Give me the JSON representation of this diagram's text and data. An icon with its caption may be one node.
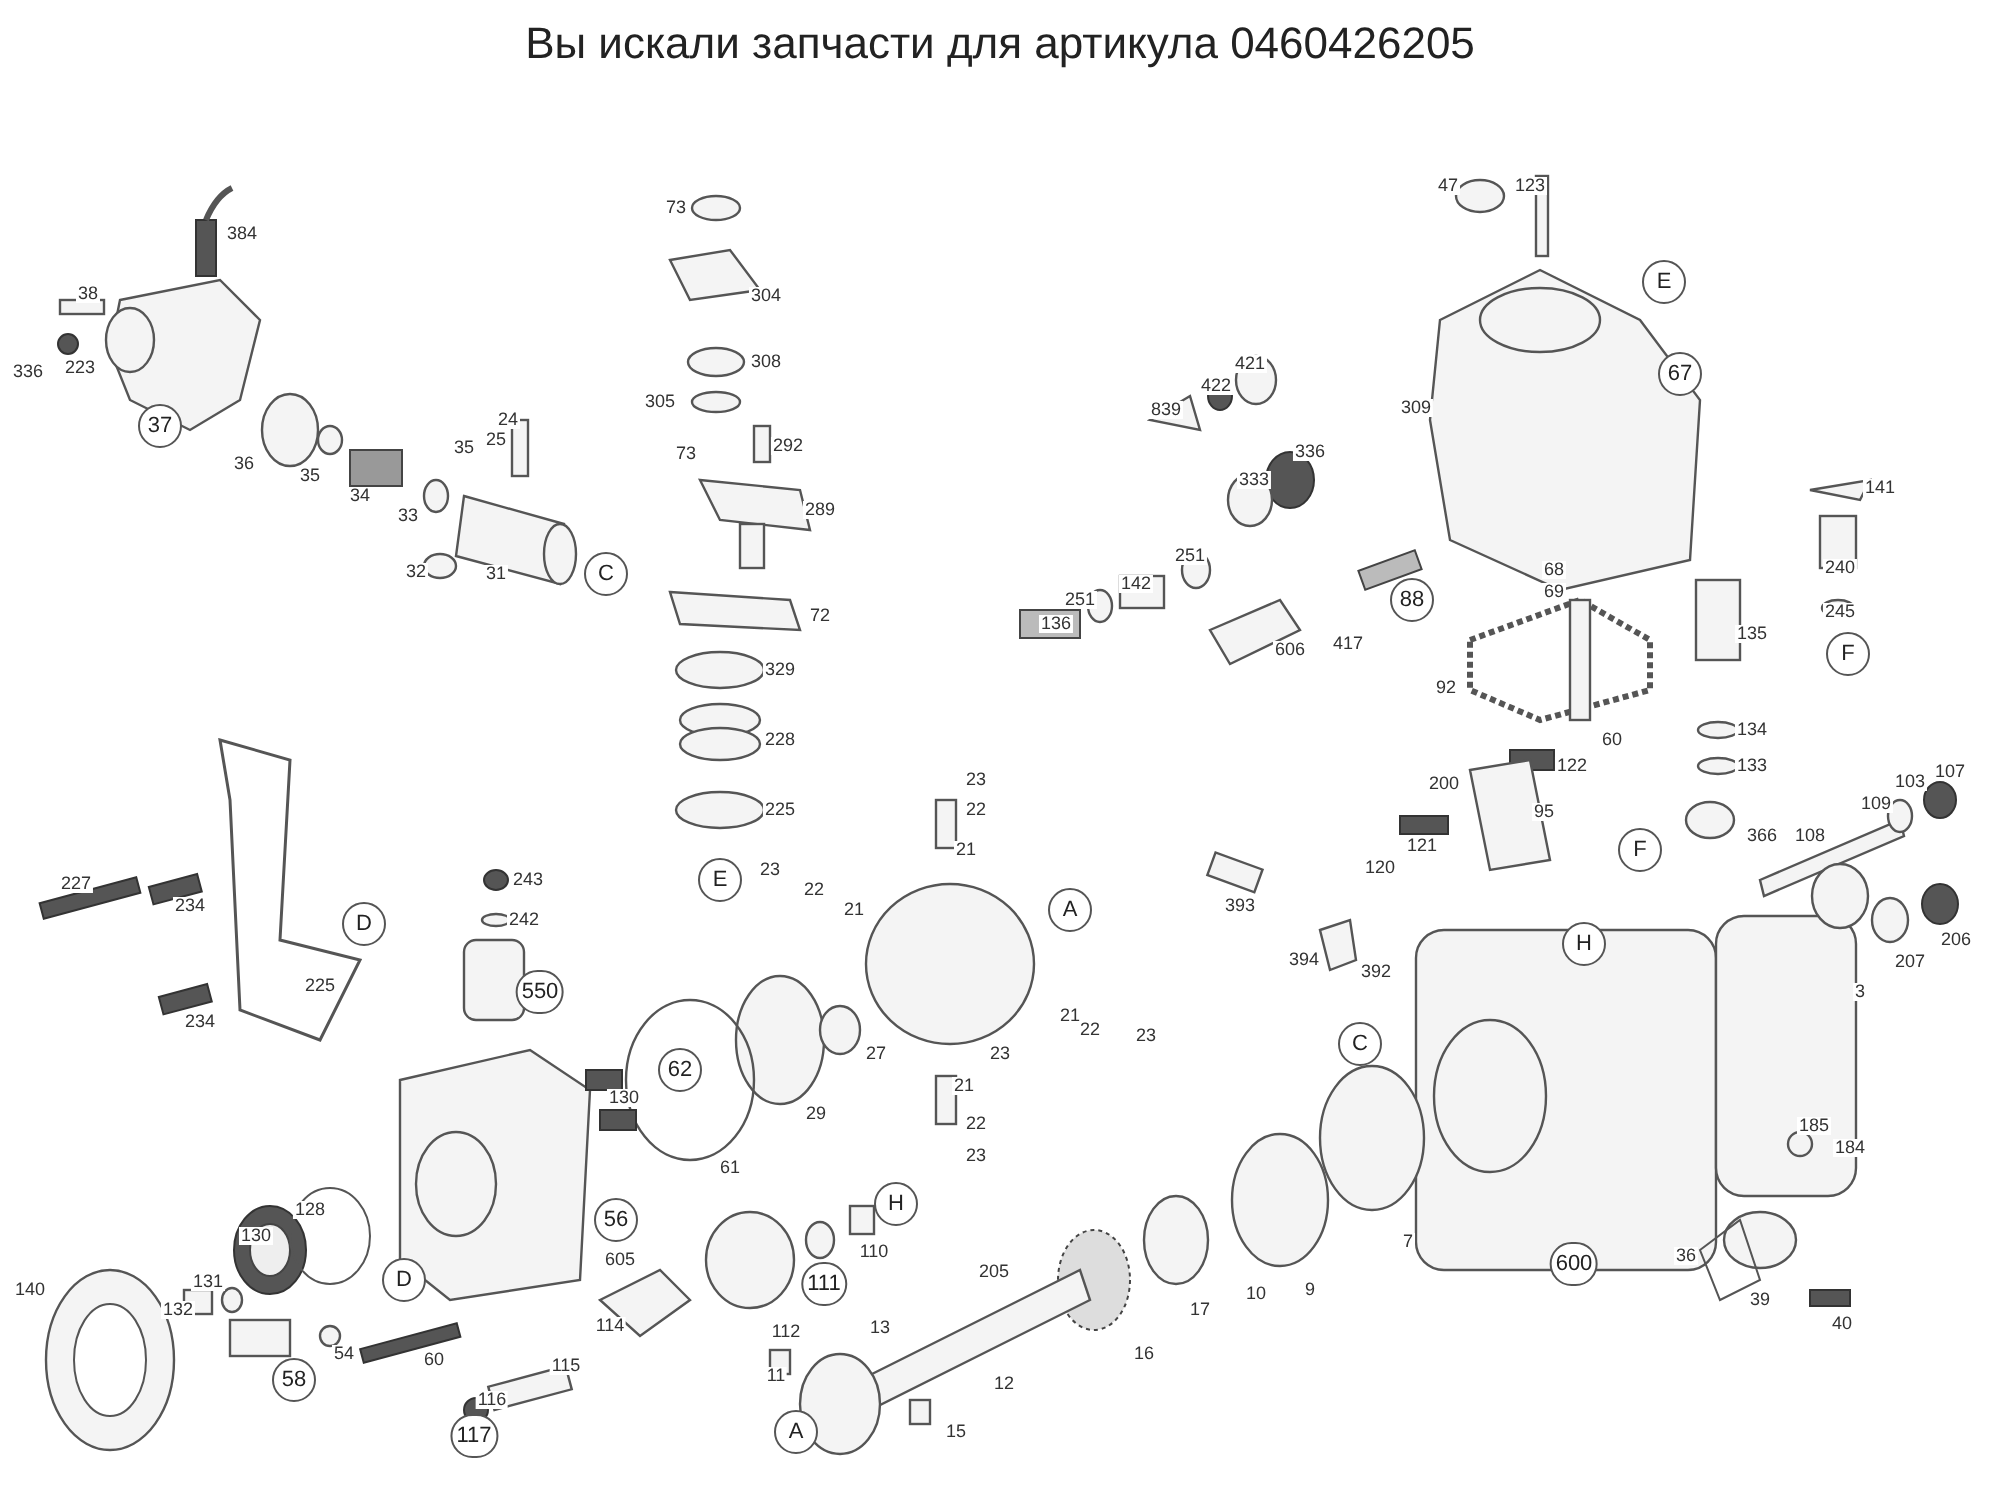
{
  "diagram": {
    "title": "Вы искали запчасти для артикула 0460426205",
    "nodes": [
      {
        "text": [
          "37"
        ]
      },
      {
        "text": [
          "C"
        ]
      },
      {
        "text": [
          "E"
        ]
      },
      {
        "text": [
          "88"
        ]
      },
      {
        "text": [
          "E"
        ]
      },
      {
        "text": [
          "67"
        ]
      },
      {
        "text": [
          "F"
        ]
      },
      {
        "text": [
          "D"
        ]
      },
      {
        "text": [
          "550"
        ]
      },
      {
        "text": [
          "A"
        ]
      },
      {
        "text": [
          "F"
        ]
      },
      {
        "text": [
          "H"
        ]
      },
      {
        "text": [
          "62"
        ]
      },
      {
        "text": [
          "56"
        ]
      },
      {
        "text": [
          "C"
        ]
      },
      {
        "text": [
          "H"
        ]
      },
      {
        "text": [
          "D"
        ]
      },
      {
        "text": [
          "111"
        ]
      },
      {
        "text": [
          "58"
        ]
      },
      {
        "text": [
          "600"
        ]
      },
      {
        "text": [
          "117"
        ]
      },
      {
        "text": [
          "A"
        ]
      }
    ],
    "labels": [
      "384",
      "38",
      "336",
      "223",
      "36",
      "35",
      "34",
      "33",
      "24",
      "35",
      "25",
      "32",
      "31",
      "73",
      "304",
      "308",
      "305",
      "73",
      "292",
      "289",
      "72",
      "329",
      "228",
      "225",
      "47",
      "123",
      "421",
      "422",
      "839",
      "309",
      "336",
      "333",
      "251",
      "142",
      "251",
      "136",
      "606",
      "417",
      "68",
      "69",
      "92",
      "60",
      "122",
      "135",
      "134",
      "133",
      "141",
      "240",
      "245",
      "200",
      "95",
      "121",
      "120",
      "366",
      "108",
      "109",
      "103",
      "107",
      "23",
      "22",
      "21",
      "23",
      "22",
      "21",
      "227",
      "234",
      "243",
      "242",
      "225",
      "234",
      "393",
      "394",
      "392",
      "206",
      "207",
      "3",
      "130",
      "29",
      "27",
      "21",
      "22",
      "23",
      "23",
      "61",
      "21",
      "22",
      "23",
      "128",
      "110",
      "130",
      "131",
      "132",
      "140",
      "605",
      "114",
      "54",
      "60",
      "115",
      "116",
      "112",
      "13",
      "205",
      "11",
      "12",
      "16",
      "17",
      "10",
      "9",
      "7",
      "15",
      "185",
      "184",
      "36",
      "39",
      "40"
    ]
  }
}
